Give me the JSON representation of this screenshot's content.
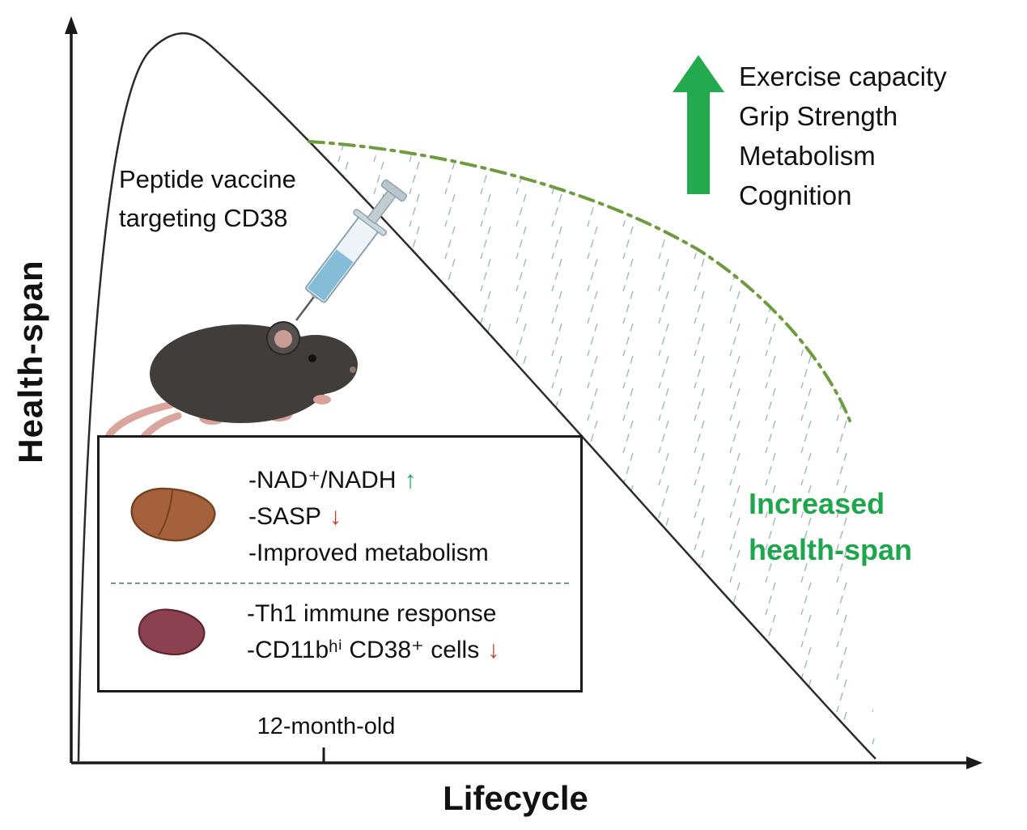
{
  "axes": {
    "y_label": "Health-span",
    "x_label": "Lifecycle",
    "tick_label": "12-month-old"
  },
  "vaccine": {
    "line1": "Peptide vaccine",
    "line2": "targeting CD38"
  },
  "benefits": {
    "items": [
      "Exercise capacity",
      "Grip Strength",
      "Metabolism",
      "Cognition"
    ]
  },
  "healthspan_label": {
    "line1": "Increased",
    "line2": "health-span"
  },
  "info_box": {
    "liver": {
      "line1_text": "-NAD⁺/NADH",
      "line1_arrow": "↑",
      "line2_text": "-SASP",
      "line2_arrow": "↓",
      "line3_text": "-Improved metabolism"
    },
    "spleen": {
      "line1_text": "-Th1 immune response",
      "line2_text": "-CD11bʰⁱ CD38⁺ cells",
      "line2_arrow": "↓"
    }
  },
  "figure": {
    "black_curve_meaning": "Health-span over lifecycle (normal aging)",
    "green_curve_meaning": "Extended health-span after CD38 peptide vaccine",
    "hatched_area_meaning": "Increased health-span"
  },
  "icons": {
    "big_green_arrow": "⬆",
    "up_arrow": "↑",
    "down_arrow": "↓",
    "mouse": "mouse-with-syringe-illustration",
    "syringe": "syringe-illustration",
    "liver": "liver-illustration",
    "spleen": "spleen-illustration"
  },
  "colors": {
    "accent_green": "#1ea64d",
    "curve_olive_green": "#6f9b3f",
    "status_red": "#cf3a28",
    "hatch": "#a3bcc0",
    "ink": "#1a1a1a"
  }
}
